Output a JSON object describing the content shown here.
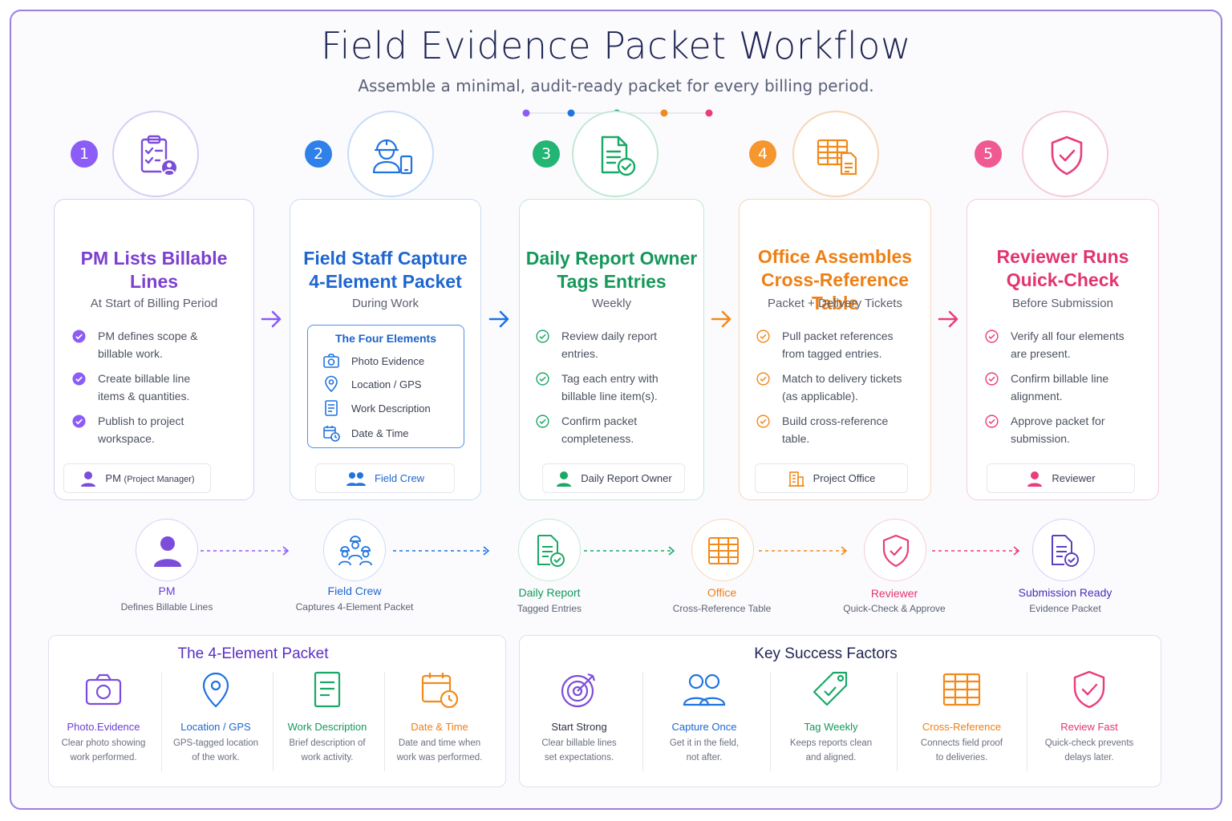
{
  "header": {
    "title": "Field Evidence Packet Workflow",
    "subtitle": "Assemble a minimal, audit-ready packet for every billing period."
  },
  "colors": {
    "purple": "#8b5cf6",
    "blue": "#1f74e0",
    "green": "#1aa866",
    "orange": "#f28a1b",
    "pink": "#ea3d7c",
    "navy": "#1f2552"
  },
  "steps": [
    {
      "number": "1",
      "title_line1": "PM Lists Billable",
      "title_line2": "Lines",
      "subtitle": "At Start of Billing Period",
      "bullets": [
        "PM defines scope &",
        "billable work.",
        "Create billable line",
        "items & quantities.",
        "Publish to project",
        "workspace."
      ],
      "role": "PM",
      "role_detail": "(Project Manager)",
      "icon": "clipboard-check-icon"
    },
    {
      "number": "2",
      "title_line1": "Field Staff Capture",
      "title_line2": "4-Element Packet",
      "subtitle": "During Work",
      "four_title": "The Four Elements",
      "four_items": [
        "Photo Evidence",
        "Location / GPS",
        "Work Description",
        "Date & Time"
      ],
      "role": "Field Crew",
      "icon": "worker-phone-icon"
    },
    {
      "number": "3",
      "title_line1": "Daily Report Owner",
      "title_line2": "Tags Entries",
      "subtitle": "Weekly",
      "bullets": [
        "Review daily report",
        "entries.",
        "Tag each entry with",
        "billable line item(s).",
        "Confirm packet",
        "completeness."
      ],
      "role": "Daily Report Owner",
      "icon": "document-check-icon"
    },
    {
      "number": "4",
      "title_line1": "Office Assembles",
      "title_line2": "Cross-Reference Table",
      "subtitle": "Packet + Delivery Tickets",
      "bullets": [
        "Pull packet references",
        "from tagged entries.",
        "Match to delivery tickets",
        "(as applicable).",
        "Build cross-reference",
        "table."
      ],
      "role": "Project Office",
      "icon": "table-document-icon"
    },
    {
      "number": "5",
      "title_line1": "Reviewer Runs",
      "title_line2": "Quick-Check",
      "subtitle": "Before Submission",
      "bullets": [
        "Verify all four elements",
        "are present.",
        "Confirm billable line",
        "alignment.",
        "Approve packet for",
        "submission."
      ],
      "role": "Reviewer",
      "icon": "shield-check-icon"
    }
  ],
  "flow": [
    {
      "label": "PM",
      "sub": "Defines Billable Lines"
    },
    {
      "label": "Field Crew",
      "sub": "Captures 4-Element Packet"
    },
    {
      "label": "Daily Report",
      "sub": "Tagged Entries"
    },
    {
      "label": "Office",
      "sub": "Cross-Reference Table"
    },
    {
      "label": "Reviewer",
      "sub": "Quick-Check & Approve"
    },
    {
      "label": "Submission Ready",
      "sub": "Evidence Packet"
    }
  ],
  "packet_panel": {
    "title": "The 4-Element Packet",
    "tiles": [
      {
        "label": "Photo.Evidence",
        "desc1": "Clear photo showing",
        "desc2": "work performed."
      },
      {
        "label": "Location / GPS",
        "desc1": "GPS-tagged location",
        "desc2": "of the work."
      },
      {
        "label": "Work Description",
        "desc1": "Brief description of",
        "desc2": "work activity."
      },
      {
        "label": "Date & Time",
        "desc1": "Date and time when",
        "desc2": "work was performed."
      }
    ]
  },
  "factors_panel": {
    "title": "Key Success Factors",
    "tiles": [
      {
        "label": "Start Strong",
        "desc1": "Clear billable lines",
        "desc2": "set expectations."
      },
      {
        "label": "Capture Once",
        "desc1": "Get it in the field,",
        "desc2": "not after."
      },
      {
        "label": "Tag Weekly",
        "desc1": "Keeps reports clean",
        "desc2": "and aligned."
      },
      {
        "label": "Cross-Reference",
        "desc1": "Connects field proof",
        "desc2": "to deliveries."
      },
      {
        "label": "Review Fast",
        "desc1": "Quick-check prevents",
        "desc2": "delays later."
      }
    ]
  }
}
